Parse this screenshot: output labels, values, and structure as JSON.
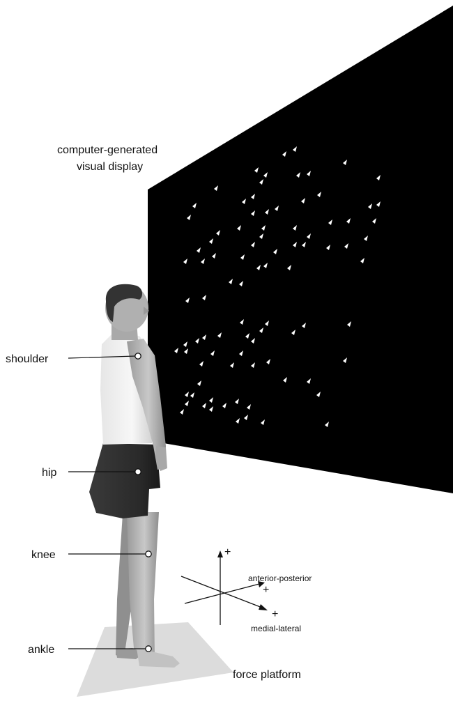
{
  "display": {
    "title_line1": "computer-generated",
    "title_line2": "visual display"
  },
  "joints": {
    "shoulder": "shoulder",
    "hip": "hip",
    "knee": "knee",
    "ankle": "ankle"
  },
  "axes": {
    "vertical_sign": "+",
    "ap_label": "anterior-posterior",
    "ap_sign": "+",
    "ml_label": "medial-lateral",
    "ml_sign": "+"
  },
  "platform": {
    "label": "force platform"
  },
  "colors": {
    "screen": "#000000",
    "dots": "#ffffff",
    "platform": "#d9d9d9",
    "skin": "#bdbdbd",
    "shorts": "#2b2b2b",
    "hair": "#333333"
  }
}
